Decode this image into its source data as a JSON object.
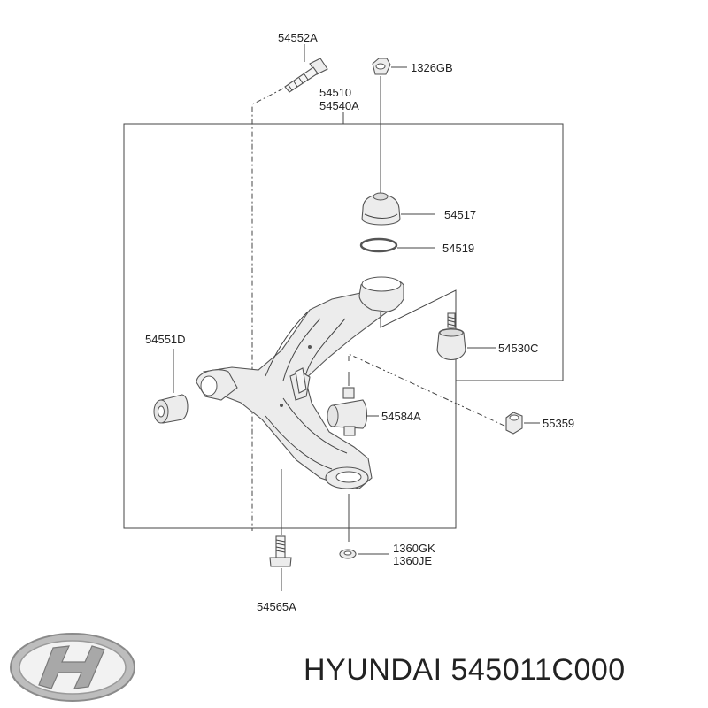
{
  "labels": {
    "bolt_top": "54552A",
    "nut_top": "1326GB",
    "arm_a": "54510",
    "arm_b": "54540A",
    "dust_cover": "54517",
    "ring": "54519",
    "bushing_left": "54551D",
    "ball_joint": "54530C",
    "bushing_rear": "54584A",
    "nut_right": "55359",
    "washer_a": "1360GK",
    "washer_b": "1360JE",
    "bolt_bottom": "54565A"
  },
  "caption": {
    "brand": "HYUNDAI",
    "part_number": "545011C000"
  },
  "logo": {
    "icon": "hyundai-logo-icon",
    "color": "#9a9a9a"
  }
}
